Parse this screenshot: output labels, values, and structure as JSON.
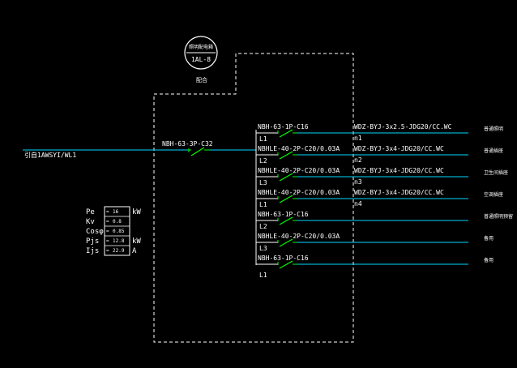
{
  "panel": {
    "cjk_label": "照明配电箱",
    "id": "1AL-8",
    "location_label": "配合"
  },
  "incoming": {
    "source_label": "引自1AWSYI/WL1",
    "main_breaker": "NBH-63-3P-C32"
  },
  "load_table": {
    "rows": [
      {
        "param": "Pe",
        "value": "16",
        "unit": "kW"
      },
      {
        "param": "Kv",
        "value": "0.8",
        "unit": ""
      },
      {
        "param": "Cosφ",
        "value": "0.85",
        "unit": ""
      },
      {
        "param": "Pjs",
        "value": "12.8",
        "unit": "kW"
      },
      {
        "param": "Ijs",
        "value": "22.9",
        "unit": "A"
      }
    ]
  },
  "circuits": [
    {
      "breaker": "NBH-63-1P-C16",
      "phase": "L1",
      "cable": "WDZ-BYJ-3x2.5-JDG20/CC.WC",
      "circuit_id": "n1",
      "load": "普通照明"
    },
    {
      "breaker": "NBHLE-40-2P-C20/0.03A",
      "phase": "L2",
      "cable": "WDZ-BYJ-3x4-JDG20/CC.WC",
      "circuit_id": "n2",
      "load": "普通插座"
    },
    {
      "breaker": "NBHLE-40-2P-C20/0.03A",
      "phase": "L3",
      "cable": "WDZ-BYJ-3x4-JDG20/CC.WC",
      "circuit_id": "n3",
      "load": "卫生间插座"
    },
    {
      "breaker": "NBHLE-40-2P-C20/0.03A",
      "phase": "L1",
      "cable": "WDZ-BYJ-3x4-JDG20/CC.WC",
      "circuit_id": "n4",
      "load": "空调插座"
    },
    {
      "breaker": "NBH-63-1P-C16",
      "phase": "L2",
      "cable": "",
      "circuit_id": "",
      "load": "普通照明预留"
    },
    {
      "breaker": "NBHLE-40-2P-C20/0.03A",
      "phase": "L3",
      "cable": "",
      "circuit_id": "",
      "load": "备用"
    },
    {
      "breaker": "NBH-63-1P-C16",
      "phase": "L1",
      "cable": "",
      "circuit_id": "",
      "load": "备用"
    }
  ],
  "colors": {
    "background": "#000000",
    "line_white": "#ffffff",
    "line_cyan": "#00d8ff",
    "breaker_green": "#00ff00"
  }
}
